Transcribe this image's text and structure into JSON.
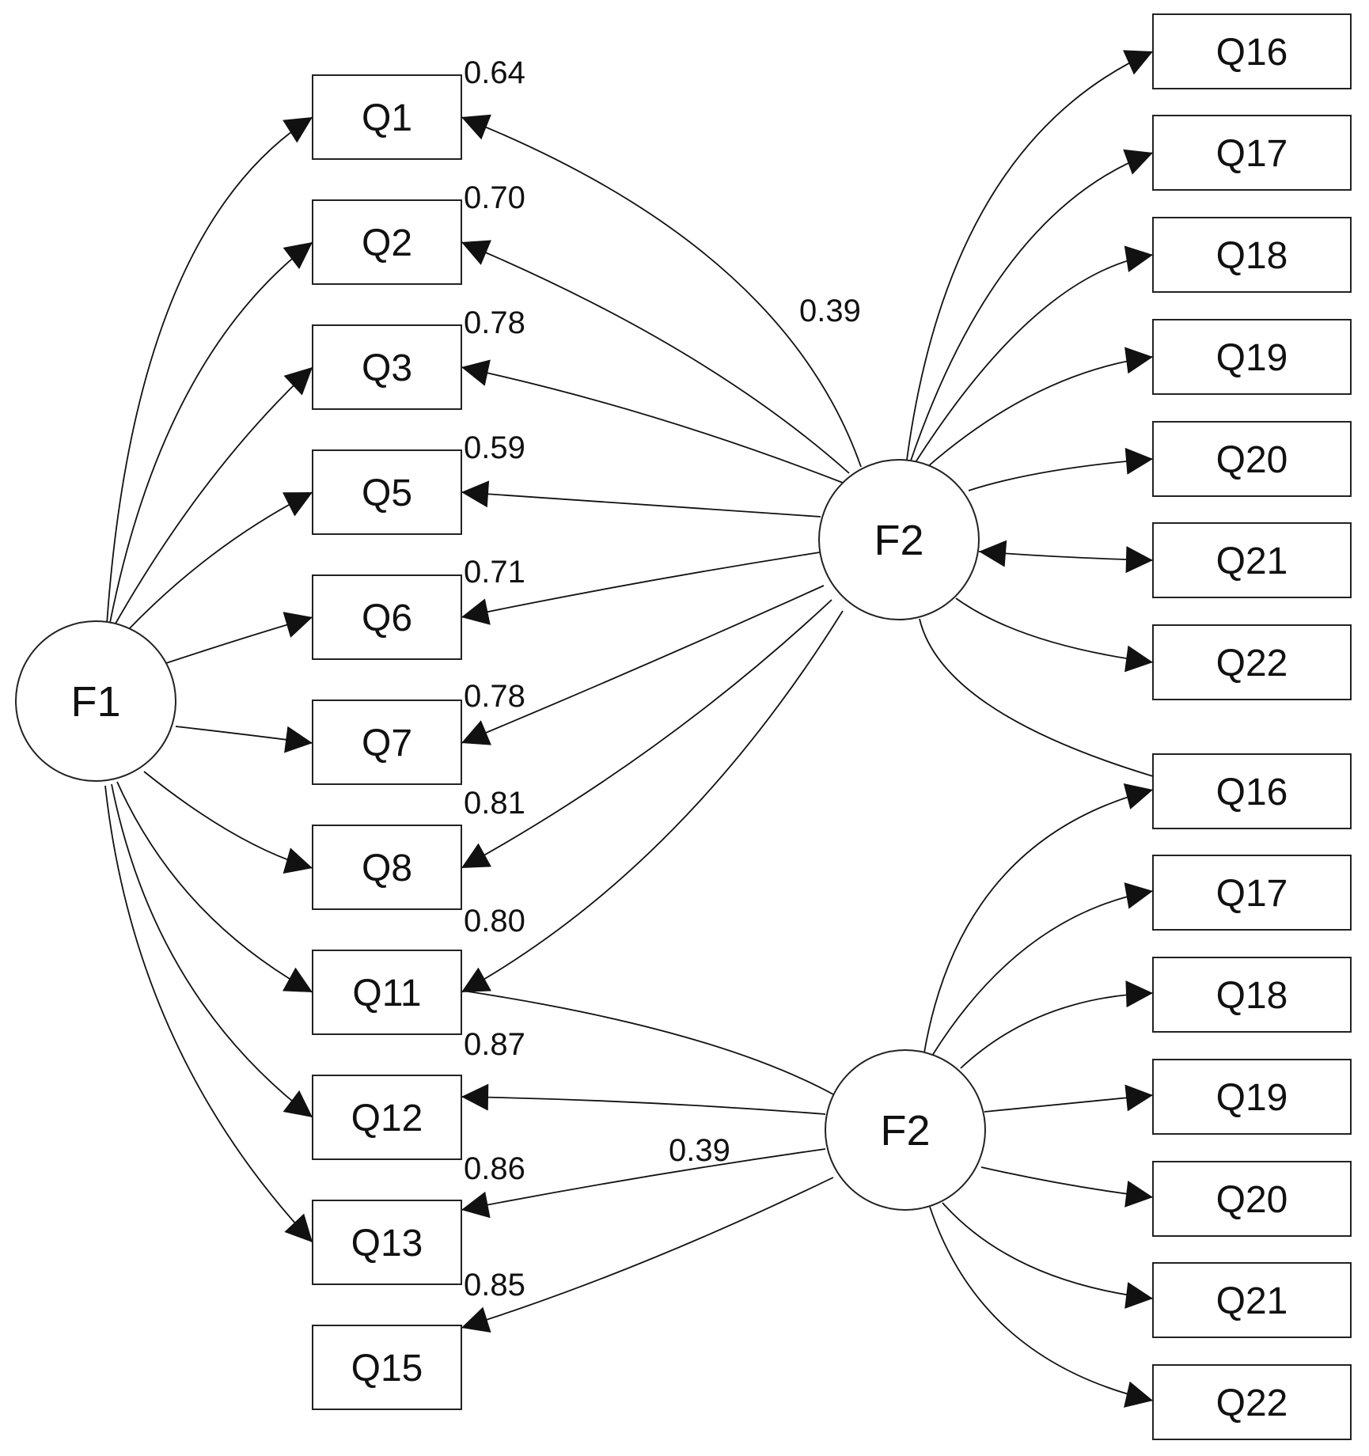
{
  "factors": [
    {
      "id": "F1",
      "label": "F1"
    },
    {
      "id": "F2a",
      "label": "F2"
    },
    {
      "id": "F2b",
      "label": "F2"
    }
  ],
  "left_items": [
    "Q1",
    "Q2",
    "Q3",
    "Q5",
    "Q6",
    "Q7",
    "Q8",
    "Q11",
    "Q12",
    "Q13",
    "Q15"
  ],
  "right_top_items": [
    "Q16",
    "Q17",
    "Q18",
    "Q19",
    "Q20",
    "Q21",
    "Q22"
  ],
  "right_bottom_items": [
    "Q16",
    "Q17",
    "Q18",
    "Q19",
    "Q20",
    "Q21",
    "Q22"
  ],
  "loadings": [
    {
      "item": "Q1",
      "value": "0.64"
    },
    {
      "item": "Q2",
      "value": "0.70"
    },
    {
      "item": "Q3",
      "value": "0.78"
    },
    {
      "item": "Q5",
      "value": "0.59"
    },
    {
      "item": "Q6",
      "value": "0.71"
    },
    {
      "item": "Q7",
      "value": "0.78"
    },
    {
      "item": "Q8",
      "value": "0.81"
    },
    {
      "item": "Q11",
      "value": "0.80"
    },
    {
      "item": "Q12",
      "value": "0.87"
    },
    {
      "item": "Q13",
      "value": "0.86"
    },
    {
      "item": "Q15",
      "value": "0.85"
    }
  ],
  "correlations": [
    {
      "id": "corr-top",
      "value": "0.39"
    },
    {
      "id": "corr-bottom",
      "value": "0.39"
    }
  ],
  "colors": {
    "stroke": "#111111",
    "fill": "#ffffff"
  }
}
